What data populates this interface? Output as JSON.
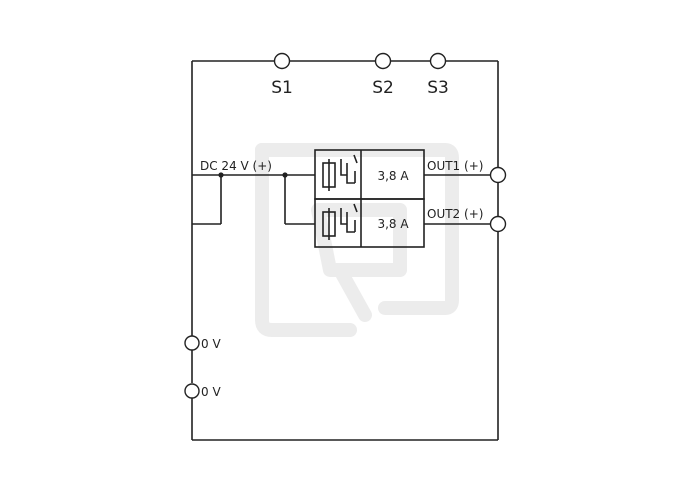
{
  "diagram": {
    "terminals_top": [
      "S1",
      "S2",
      "S3"
    ],
    "input_label": "DC 24 V (+)",
    "channels": [
      {
        "rating": "3,8 A",
        "output_label": "OUT1 (+)"
      },
      {
        "rating": "3,8 A",
        "output_label": "OUT2 (+)"
      }
    ],
    "ground_terminals": [
      "0 V",
      "0 V"
    ]
  }
}
